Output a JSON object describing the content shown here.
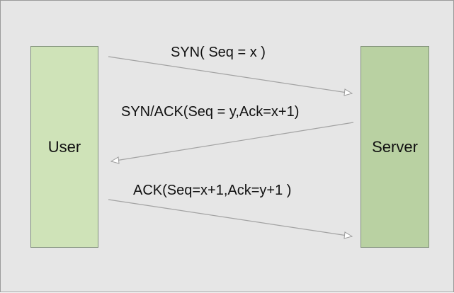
{
  "actors": {
    "user": "User",
    "server": "Server"
  },
  "messages": [
    {
      "label": "SYN( Seq = x )",
      "from": "User",
      "to": "Server"
    },
    {
      "label": "SYN/ACK(Seq = y,Ack=x+1)",
      "from": "Server",
      "to": "User"
    },
    {
      "label": "ACK(Seq=x+1,Ack=y+1 )",
      "from": "User",
      "to": "Server"
    }
  ],
  "colors": {
    "background": "#e6e6e6",
    "user_fill": "#cfe3b8",
    "server_fill": "#b9d1a2",
    "arrow": "#a3a3a3"
  }
}
